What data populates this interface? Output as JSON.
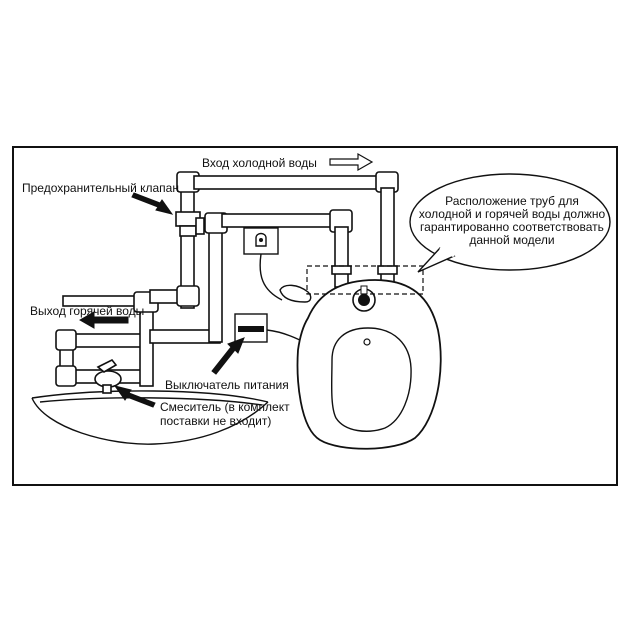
{
  "labels": {
    "cold_water_inlet": "Вход холодной воды",
    "safety_valve": "Предохранительный клапан",
    "hot_water_outlet": "Выход горячей воды",
    "power_switch": "Выключатель питания",
    "mixer_line1": "Смеситель (в комплект",
    "mixer_line2": "поставки не входит)",
    "callout_line1": "Расположение труб для",
    "callout_line2": "холодной и горячей воды должно",
    "callout_line3": "гарантированно соответствовать",
    "callout_line4": "данной модели"
  },
  "colors": {
    "ink": "#111111",
    "background": "#ffffff"
  }
}
